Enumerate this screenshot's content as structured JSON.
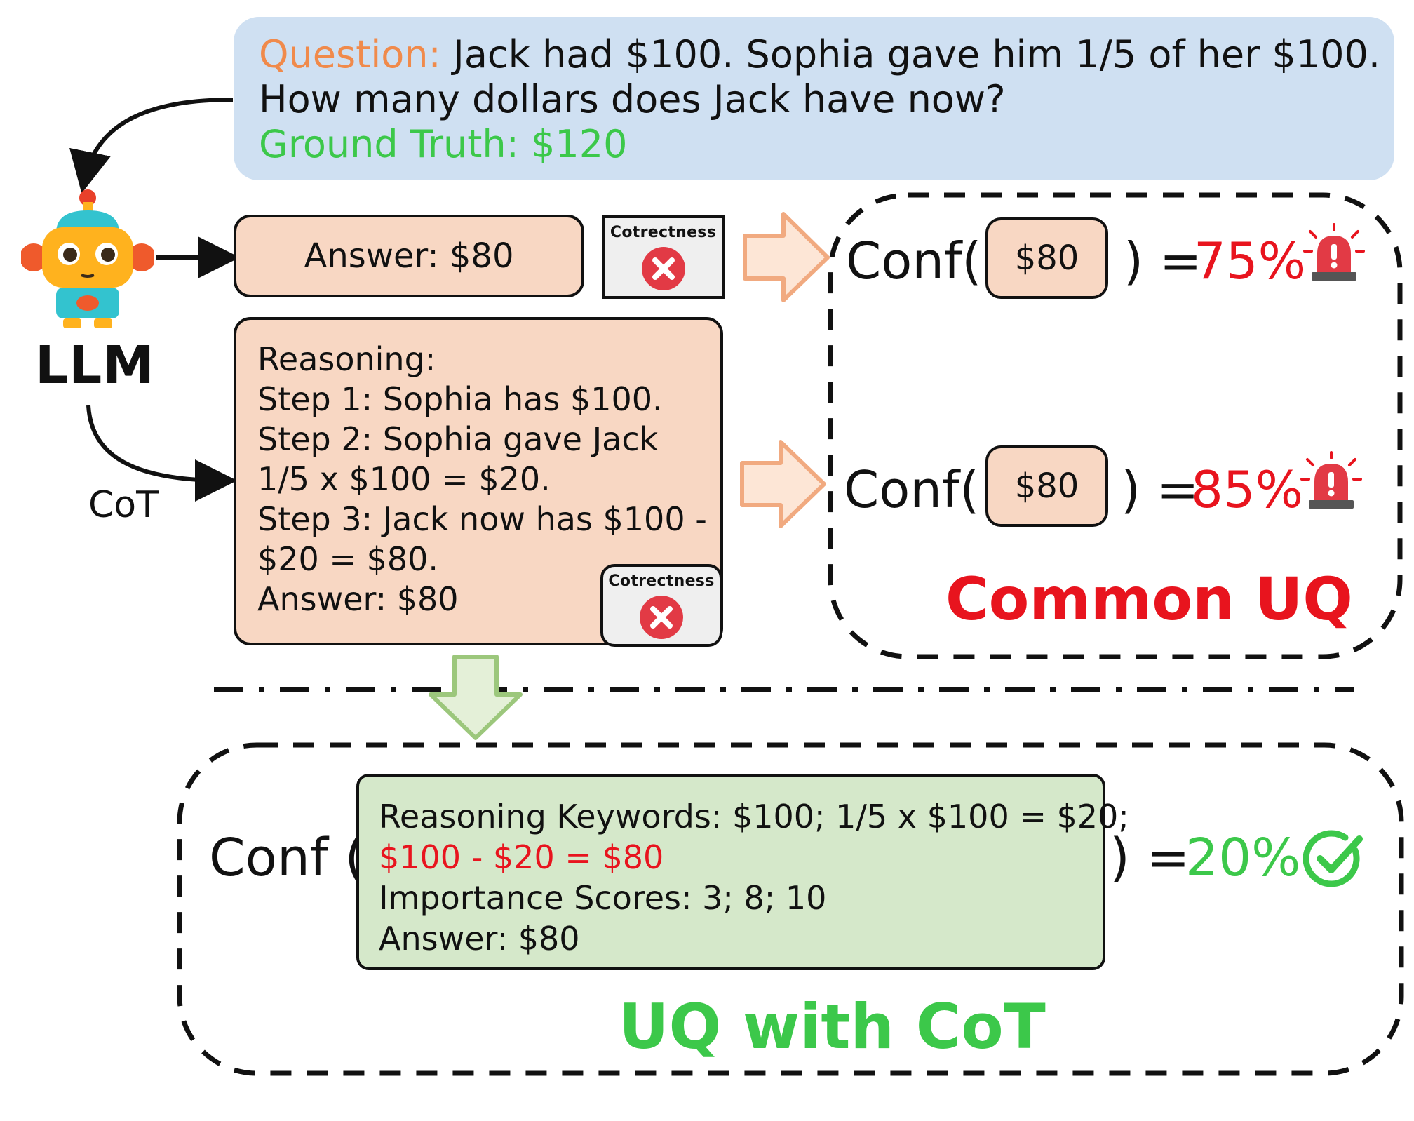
{
  "question": {
    "label": "Question:",
    "line1": "Jack had $100. Sophia gave him 1/5 of her $100.",
    "line2": "How many dollars does Jack have now?",
    "gt_label": "Ground Truth:",
    "gt_value": "$120"
  },
  "llm": {
    "label": "LLM",
    "cot_label": "CoT",
    "icon": "robot-icon"
  },
  "answer_box": {
    "text": "Answer: $80"
  },
  "reasoning_box": {
    "lines": [
      "Reasoning:",
      "Step 1: Sophia has $100.",
      "Step 2: Sophia gave Jack",
      "1/5 x $100 = $20.",
      "Step 3: Jack now has $100 -",
      "$20 = $80.",
      "Answer: $80"
    ]
  },
  "badges": {
    "label": "Cotrectness",
    "icon": "x-circle-icon"
  },
  "common_uq": {
    "title": "Common UQ",
    "row1": {
      "open": "Conf(",
      "value": "$80",
      "close": ") =",
      "pct": "75%",
      "icon": "alarm-icon"
    },
    "row2": {
      "open": "Conf(",
      "value": "$80",
      "close": ") =",
      "pct": "85%",
      "icon": "alarm-icon"
    }
  },
  "uq_cot": {
    "title": "UQ with CoT",
    "open": "Conf (",
    "keywords_line": "Reasoning Keywords: $100; 1/5 x $100 = $20;",
    "keywords_red": "$100 - $20 = $80",
    "scores_line": "Importance Scores: 3; 8; 10",
    "answer_line": "Answer: $80",
    "close": ") =",
    "pct": "20%",
    "icon": "check-circle-icon"
  },
  "colors": {
    "question_bg": "#cfe0f2",
    "question_label": "#f08a4b",
    "ground_truth": "#3cc84a",
    "peach": "#f8d7c3",
    "green_box": "#d5e8ca",
    "red": "#e8141e",
    "green": "#3cc84a"
  }
}
